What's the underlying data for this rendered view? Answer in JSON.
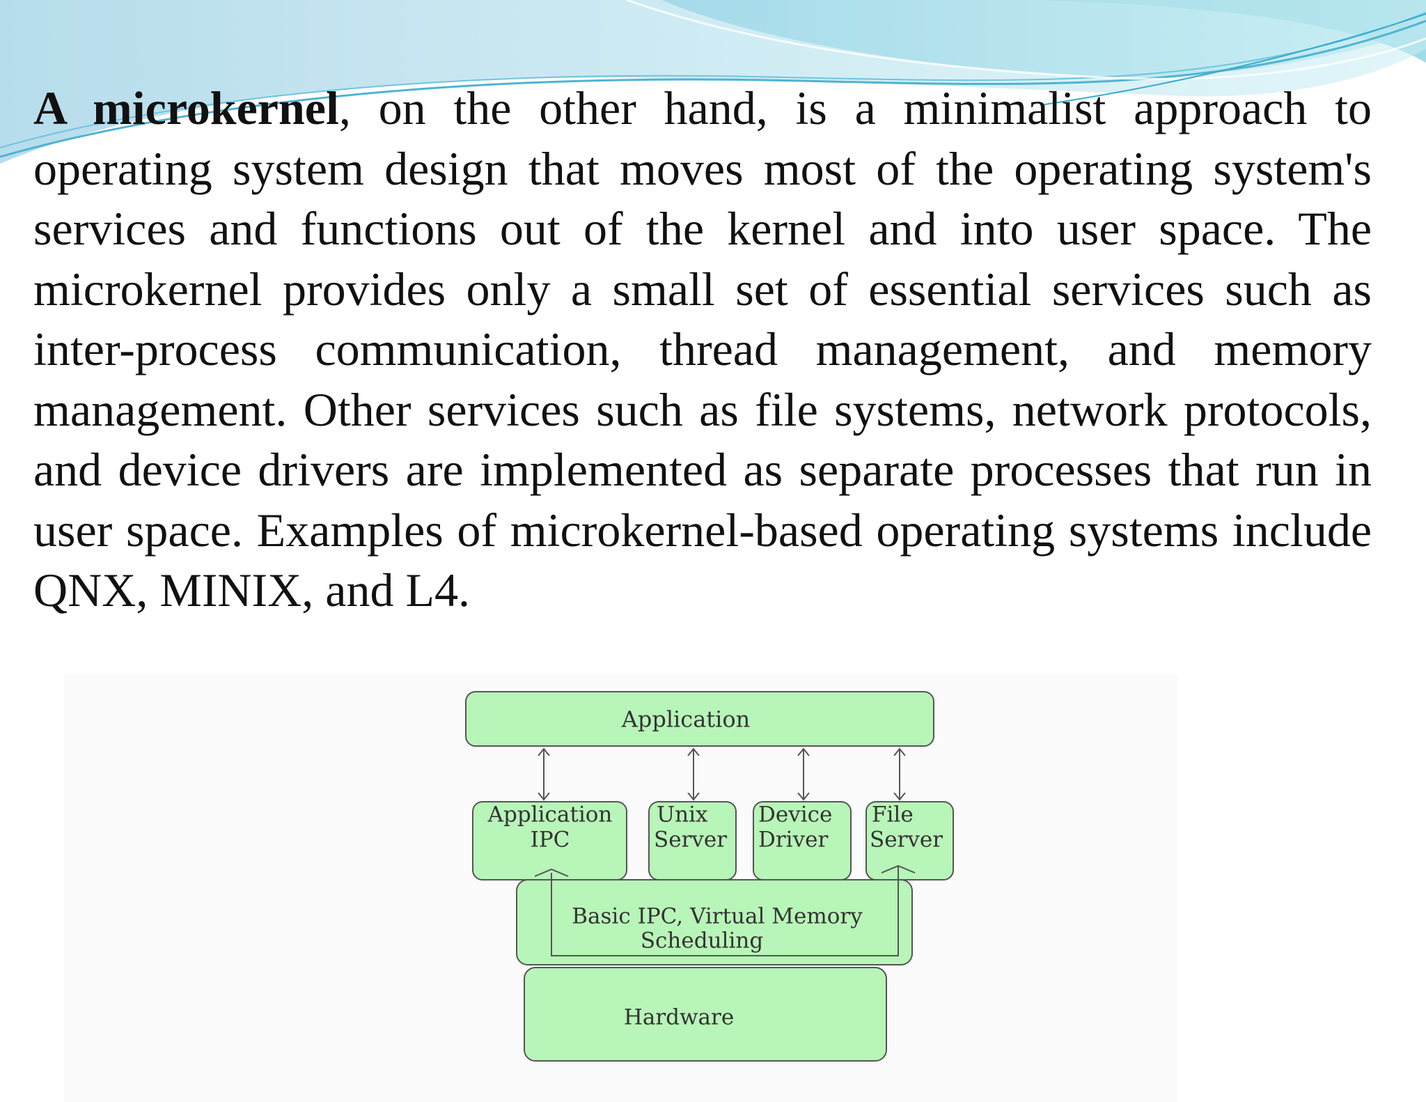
{
  "slide": {
    "paragraph": {
      "lead_bold": "A microkernel",
      "body": ", on the other hand, is a minimalist approach to operating system design that moves most of the operating system's services and functions out of the kernel and into user space. The microkernel provides only a small set of essential services such as inter-process communication, thread management, and memory management. Other services such as file systems, network protocols, and device drivers are implemented as separate processes that run in user space. Examples of microkernel-based operating systems include QNX, MINIX, and L4."
    }
  },
  "diagram": {
    "box_fill": "#b8f5b8",
    "box_stroke": "#555555",
    "application": "Application",
    "services": [
      {
        "line1": "Application",
        "line2": "IPC"
      },
      {
        "line1": "Unix",
        "line2": "Server"
      },
      {
        "line1": "Device",
        "line2": "Driver"
      },
      {
        "line1": "File",
        "line2": "Server"
      }
    ],
    "kernel": {
      "line1": "Basic IPC, Virtual Memory",
      "line2": "Scheduling"
    },
    "hardware": "Hardware"
  },
  "colors": {
    "wave_light": "#b9e6ef",
    "wave_mid": "#8ccbe0",
    "wave_dark": "#5fb7d6",
    "text": "#111111"
  }
}
